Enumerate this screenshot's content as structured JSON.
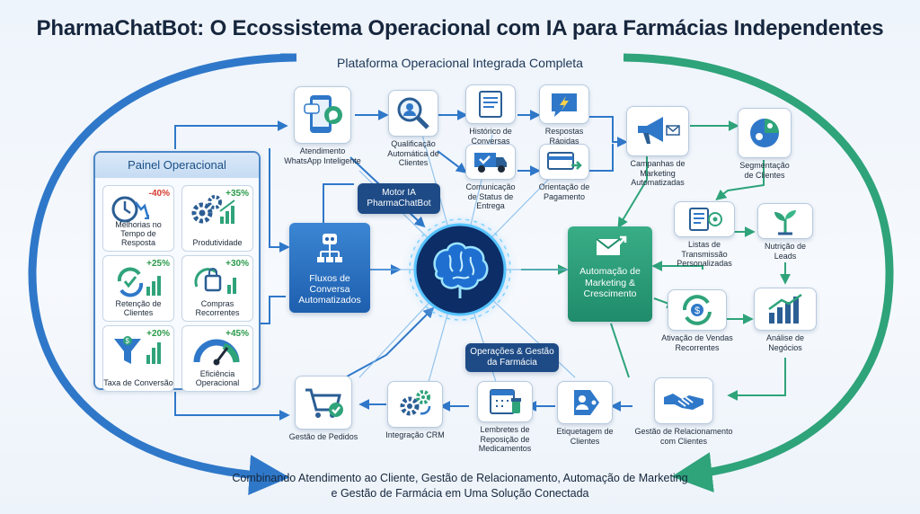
{
  "title": "PharmaChatBot: O Ecossistema Operacional com IA para Farmácias Independentes",
  "subtitle": "Plataforma Operacional Integrada Completa",
  "footer": {
    "line1": "Combinando Atendimento ao Cliente, Gestão de Relacionamento, Automação de Marketing",
    "line2": "e Gestão de Farmácia em Uma Solução Conectada"
  },
  "colors": {
    "blue": "#2f78c9",
    "green": "#2fa37a",
    "navy": "#1e4b86"
  },
  "panel": {
    "title": "Painel Operacional",
    "metrics": [
      {
        "value": "-40%",
        "label": "Melhorias no Tempo de Resposta",
        "value_color": "#d33b2f",
        "icon": "clock-trend-icon"
      },
      {
        "value": "+35%",
        "label": "Produtividade",
        "value_color": "#2a9a4a",
        "icon": "gears-growth-icon"
      },
      {
        "value": "+25%",
        "label": "Retenção de Clientes",
        "value_color": "#2a9a4a",
        "icon": "retention-cycle-icon"
      },
      {
        "value": "+30%",
        "label": "Compras Recorrentes",
        "value_color": "#2a9a4a",
        "icon": "shopping-bag-icon"
      },
      {
        "value": "+20%",
        "label": "Taxa de Conversão",
        "value_color": "#2a9a4a",
        "icon": "funnel-icon"
      },
      {
        "value": "+45%",
        "label": "Eficiência Operacional",
        "value_color": "#2a9a4a",
        "icon": "gauge-icon"
      }
    ]
  },
  "center": {
    "motor": "Motor IA PharmaChatBot",
    "flows": "Fluxos de Conversa Automatizados",
    "ops": "Operações & Gestão da Farmácia",
    "automation": "Automação de Marketing & Crescimento",
    "brain_icon": "ai-brain-icon"
  },
  "top_nodes": {
    "whatsapp": "Atendimento WhatsApp Inteligente",
    "qualificacao": "Qualificação Automática de Clientes",
    "historico": "Histórico de Conversas",
    "respostas": "Respostas Rápidas",
    "comunicacao": "Comunicação de Status de Entrega",
    "orientacao": "Orientação de Pagamento"
  },
  "right_nodes": {
    "campanhas": "Campanhas de Marketing Automatizadas",
    "segmentacao": "Segmentação de Clientes",
    "listas": "Listas de Transmissão Personalizadas",
    "nutricao": "Nutrição de Leads",
    "ativacao": "Ativação de Vendas Recorrentes",
    "analise": "Análise de Negócios"
  },
  "bottom_nodes": {
    "pedidos": "Gestão de Pedidos",
    "crm": "Integração CRM",
    "lembretes": "Lembretes de Reposição de Medicamentos",
    "etiquetagem": "Etiquetagem de Clientes",
    "relacionamento": "Gestão de Relacionamento com Clientes"
  }
}
